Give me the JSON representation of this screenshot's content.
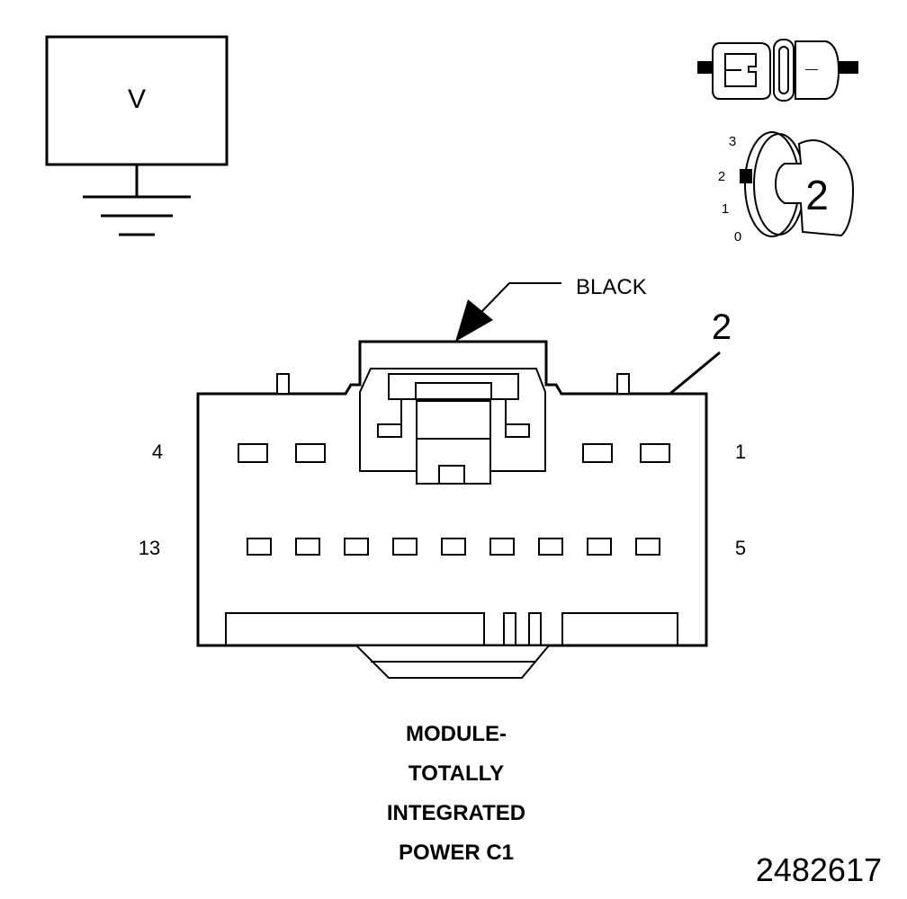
{
  "voltmeter": {
    "symbol": "V"
  },
  "connector_probe": {
    "tip_symbol": "—"
  },
  "ignition_switch": {
    "positions": [
      "3",
      "2",
      "1",
      "0"
    ],
    "active_position": "2",
    "key_label": "2"
  },
  "connector": {
    "color_label": "BLACK",
    "pin_callout": "2",
    "pin_labels": {
      "top_left": "4",
      "top_right": "1",
      "bottom_left": "13",
      "bottom_right": "5"
    },
    "title_lines": [
      "MODULE-",
      "TOTALLY",
      "INTEGRATED",
      "POWER C1"
    ]
  },
  "figure_id": "2482617"
}
